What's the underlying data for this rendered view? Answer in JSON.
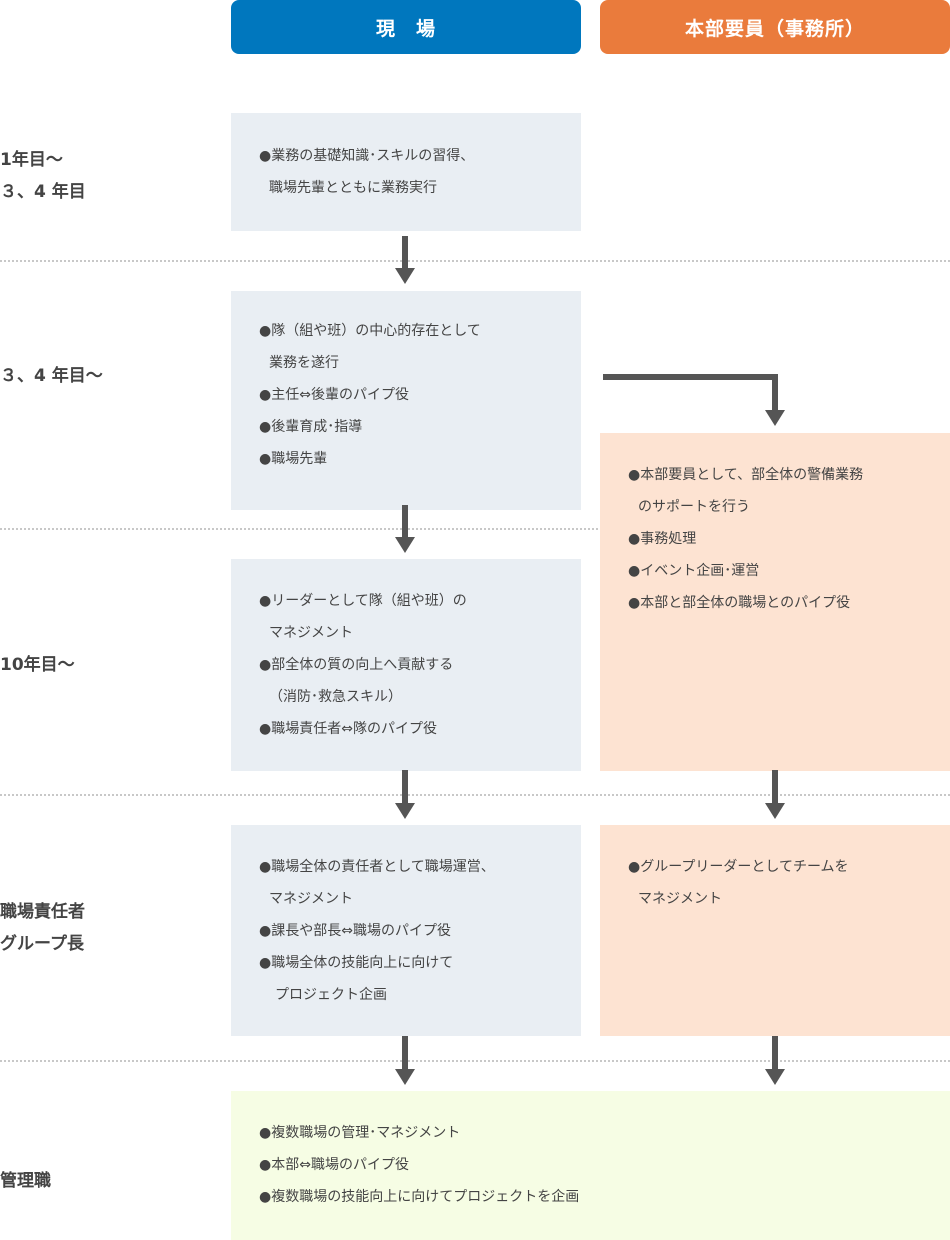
{
  "headers": {
    "field": "現　場",
    "hq": "本部要員（事務所）"
  },
  "stages": [
    {
      "lines": [
        "1年目～",
        "３、4 年目"
      ]
    },
    {
      "lines": [
        "３、4 年目～"
      ]
    },
    {
      "lines": [
        "10年目～"
      ]
    },
    {
      "lines": [
        "職場責任者",
        "グループ長"
      ]
    },
    {
      "lines": [
        "管理職"
      ]
    }
  ],
  "boxes": {
    "field1": [
      "●業務の基礎知識･スキルの習得、",
      "職場先輩とともに業務実行"
    ],
    "field2": [
      "●隊（組や班）の中心的存在として",
      "業務を遂行",
      "●主任⇔後輩のパイプ役",
      "●後輩育成･指導",
      "●職場先輩"
    ],
    "field3": [
      "●リーダーとして隊（組や班）の",
      "マネジメント",
      "●部全体の質の向上へ貢献する",
      "（消防･救急スキル）",
      "●職場責任者⇔隊のパイプ役"
    ],
    "field4": [
      "●職場全体の責任者として職場運営、",
      "マネジメント",
      "●課長や部長⇔職場のパイプ役",
      "●職場全体の技能向上に向けて",
      "プロジェクト企画"
    ],
    "hq1": [
      "●本部要員として、部全体の警備業務",
      "のサポートを行う",
      "●事務処理",
      "●イベント企画･運営",
      "●本部と部全体の職場とのパイプ役"
    ],
    "hq2": [
      "●グループリーダーとしてチームを",
      "マネジメント"
    ],
    "mgr": [
      "●複数職場の管理･マネジメント",
      "●本部⇔職場のパイプ役",
      "●複数職場の技能向上に向けてプロジェクトを企画"
    ]
  },
  "colors": {
    "field_header": "#0077be",
    "hq_header": "#ea7b3c",
    "field_box": "#e9eef3",
    "hq_box": "#fde3d2",
    "mgr_box": "#f6fde4",
    "arrow": "#555555"
  }
}
